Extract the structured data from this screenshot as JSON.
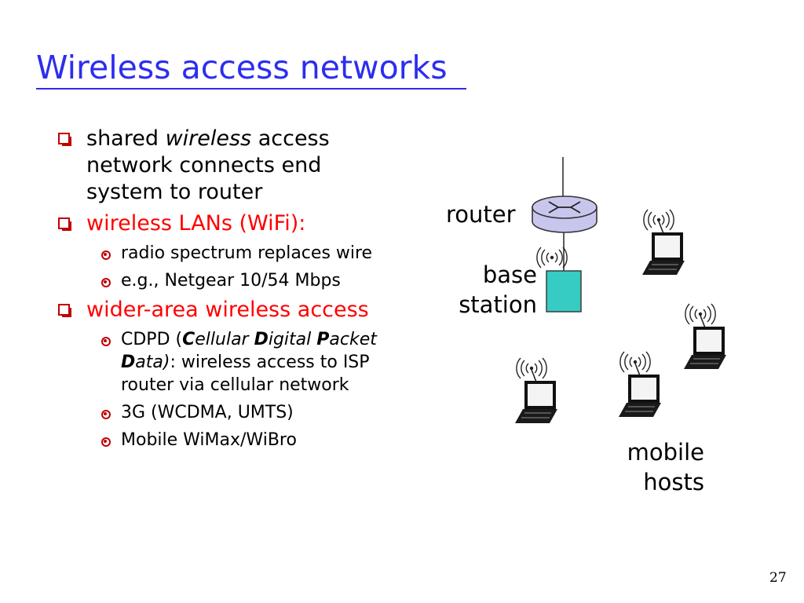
{
  "slide": {
    "title": "Wireless access networks",
    "page_number": "27"
  },
  "bullets": [
    {
      "pre": "shared ",
      "em": "wireless",
      "post": " access network connects end system to router"
    },
    {
      "text": "wireless LANs (WiFi):",
      "sub": [
        "radio spectrum replaces wire",
        "e.g., Netgear 10/54 Mbps"
      ]
    },
    {
      "text": "wider-area wireless access",
      "sub0": {
        "a": "CDPD (",
        "b1": "C",
        "b2": "ellular ",
        "b3": "D",
        "b4": "igital ",
        "b5": "P",
        "b6": "acket ",
        "b7": "D",
        "b8": "ata)",
        "c": ": wireless access to ISP router via cellular network"
      },
      "sub": [
        "3G (WCDMA, UMTS)",
        "Mobile WiMax/WiBro"
      ]
    }
  ],
  "diagram": {
    "router_label": "router",
    "base_label_1": "base",
    "base_label_2": "station",
    "mobile_label_1": "mobile",
    "mobile_label_2": "hosts",
    "colors": {
      "router_fill": "#c9c6ee",
      "base_station_fill": "#36cbc3",
      "laptop": "#111111"
    }
  },
  "colors": {
    "title": "#2d2df0",
    "accent_red": "#ff0000",
    "bullet_marker": "#c00000"
  }
}
